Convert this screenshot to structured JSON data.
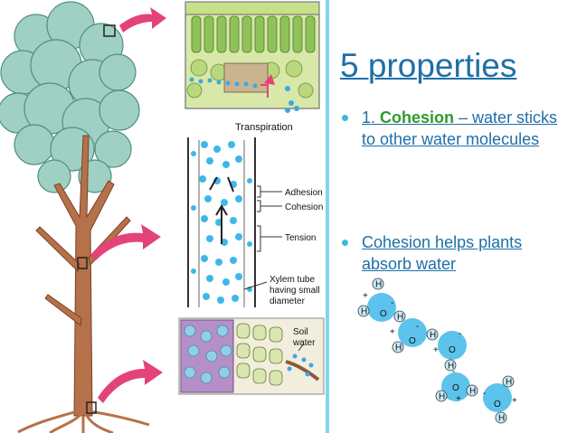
{
  "slide": {
    "title": "5 properties",
    "bullets": [
      {
        "prefix": "1. ",
        "keyword": "Cohesion",
        "rest": " – water sticks to other water molecules"
      },
      {
        "text": "Cohesion helps plants absorb water"
      }
    ]
  },
  "figure_labels": {
    "transpiration": "Transpiration",
    "adhesion": "Adhesion",
    "cohesion": "Cohesion",
    "tension": "Tension",
    "xylem_line1": "Xylem tube",
    "xylem_line2": "having small",
    "xylem_line3": "diameter",
    "soil_line1": "Soil",
    "soil_line2": "water"
  },
  "molecule_labels": {
    "hydrogen": "H",
    "oxygen": "O",
    "plus": "+",
    "minus": "-"
  },
  "colors": {
    "title": "#1f6fa8",
    "keyword": "#2e9a2e",
    "accent": "#7fd6ee",
    "arrow": "#e3437a",
    "trunk": "#b5714a",
    "foliage": "#9fd0c3"
  }
}
